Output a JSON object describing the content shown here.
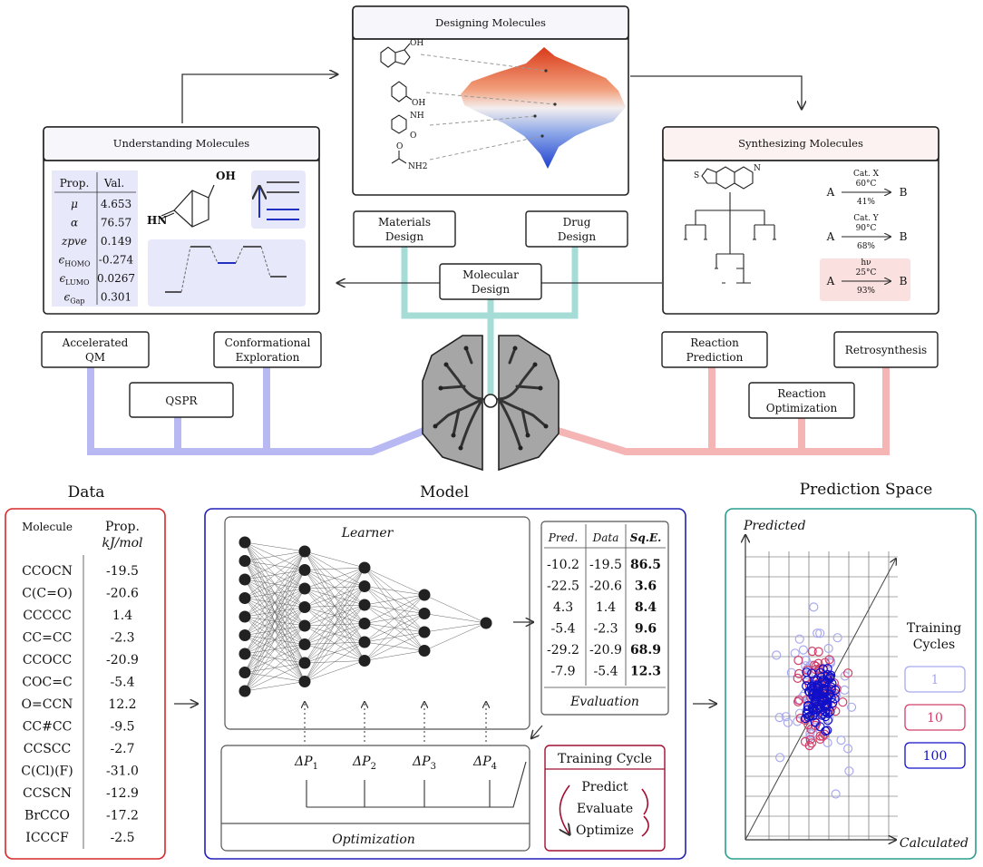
{
  "top": {
    "designing": {
      "title": "Designing Molecules",
      "oh": "OH",
      "nh": "NH",
      "o": "O",
      "nh2": "NH2",
      "oh2": "OH"
    },
    "understanding": {
      "title": "Understanding Molecules",
      "col_prop": "Prop.",
      "col_val": "Val.",
      "rows": [
        {
          "sym": "μ",
          "sub": "",
          "val": "4.653"
        },
        {
          "sym": "α",
          "sub": "",
          "val": "76.57"
        },
        {
          "sym": "zpve",
          "sub": "",
          "val": "0.149"
        },
        {
          "sym": "ϵ",
          "sub": "HOMO",
          "val": "-0.274"
        },
        {
          "sym": "ϵ",
          "sub": "LUMO",
          "val": "0.0267"
        },
        {
          "sym": "ϵ",
          "sub": "Gap",
          "val": "0.301"
        }
      ],
      "oh": "OH",
      "hn": "HN"
    },
    "synthesizing": {
      "title": "Synthesizing Molecules",
      "n": "N",
      "s": "S",
      "reactions": [
        {
          "a": "A",
          "b": "B",
          "cond1": "Cat. X",
          "cond2": "60°C",
          "yield": "41%"
        },
        {
          "a": "A",
          "b": "B",
          "cond1": "Cat. Y",
          "cond2": "90°C",
          "yield": "68%"
        },
        {
          "a": "A",
          "b": "B",
          "cond1": "hν",
          "cond2": "25°C",
          "yield": "93%"
        }
      ]
    },
    "materials_design": [
      "Materials",
      "Design"
    ],
    "drug_design": [
      "Drug",
      "Design"
    ],
    "molecular_design": [
      "Molecular",
      "Design"
    ],
    "accelerated_qm": [
      "Accelerated",
      "QM"
    ],
    "conformational": [
      "Conformational",
      "Exploration"
    ],
    "qspr": "QSPR",
    "reaction_prediction": [
      "Reaction",
      "Prediction"
    ],
    "retrosynthesis": "Retrosynthesis",
    "reaction_optimization": [
      "Reaction",
      "Optimization"
    ]
  },
  "bottom": {
    "data_title": "Data",
    "data_col_molecule": "Molecule",
    "data_col_prop": "Prop.",
    "data_col_unit": "kJ/mol",
    "data_rows": [
      [
        "CCOCN",
        "-19.5"
      ],
      [
        "C(C=O)",
        "-20.6"
      ],
      [
        "CCCCC",
        "1.4"
      ],
      [
        "CC=CC",
        "-2.3"
      ],
      [
        "CCOCC",
        "-20.9"
      ],
      [
        "COC=C",
        "-5.4"
      ],
      [
        "O=CCN",
        "12.2"
      ],
      [
        "CC#CC",
        "-9.5"
      ],
      [
        "CCSCC",
        "-2.7"
      ],
      [
        "C(Cl)(F)",
        "-31.0"
      ],
      [
        "CCSCN",
        "-12.9"
      ],
      [
        "BrCCO",
        "-17.2"
      ],
      [
        "ICCCF",
        "-2.5"
      ]
    ],
    "model_title": "Model",
    "learner": "Learner",
    "optimization": "Optimization",
    "delta_p": [
      "ΔP",
      "ΔP",
      "ΔP",
      "ΔP"
    ],
    "delta_sub": [
      "1",
      "2",
      "3",
      "4"
    ],
    "eval_headers": [
      "Pred.",
      "Data",
      "Sq.E."
    ],
    "eval_rows": [
      [
        "-10.2",
        "-19.5",
        "86.5"
      ],
      [
        "-22.5",
        "-20.6",
        "3.6"
      ],
      [
        "4.3",
        "1.4",
        "8.4"
      ],
      [
        "-5.4",
        "-2.3",
        "9.6"
      ],
      [
        "-29.2",
        "-20.9",
        "68.9"
      ],
      [
        "-7.9",
        "-5.4",
        "12.3"
      ]
    ],
    "evaluation": "Evaluation",
    "training_cycle": {
      "title": "Training Cycle",
      "steps": [
        "Predict",
        "Evaluate",
        "Optimize"
      ]
    },
    "prediction_title": "Prediction Space",
    "predicted": "Predicted",
    "calculated": "Calculated",
    "legend_title": [
      "Training",
      "Cycles"
    ],
    "legend": [
      {
        "label": "1",
        "color": "#a9a9f0"
      },
      {
        "label": "10",
        "color": "#d0406a"
      },
      {
        "label": "100",
        "color": "#1010c8"
      }
    ]
  },
  "colors": {
    "blue_pipe": "#b8b8f2",
    "teal_pipe": "#a6dcd6",
    "pink_pipe": "#f5b5b5",
    "data_border": "#d62828",
    "model_border": "#2020b8",
    "pred_border": "#2a9d8f",
    "cycle_border": "#a01030"
  }
}
